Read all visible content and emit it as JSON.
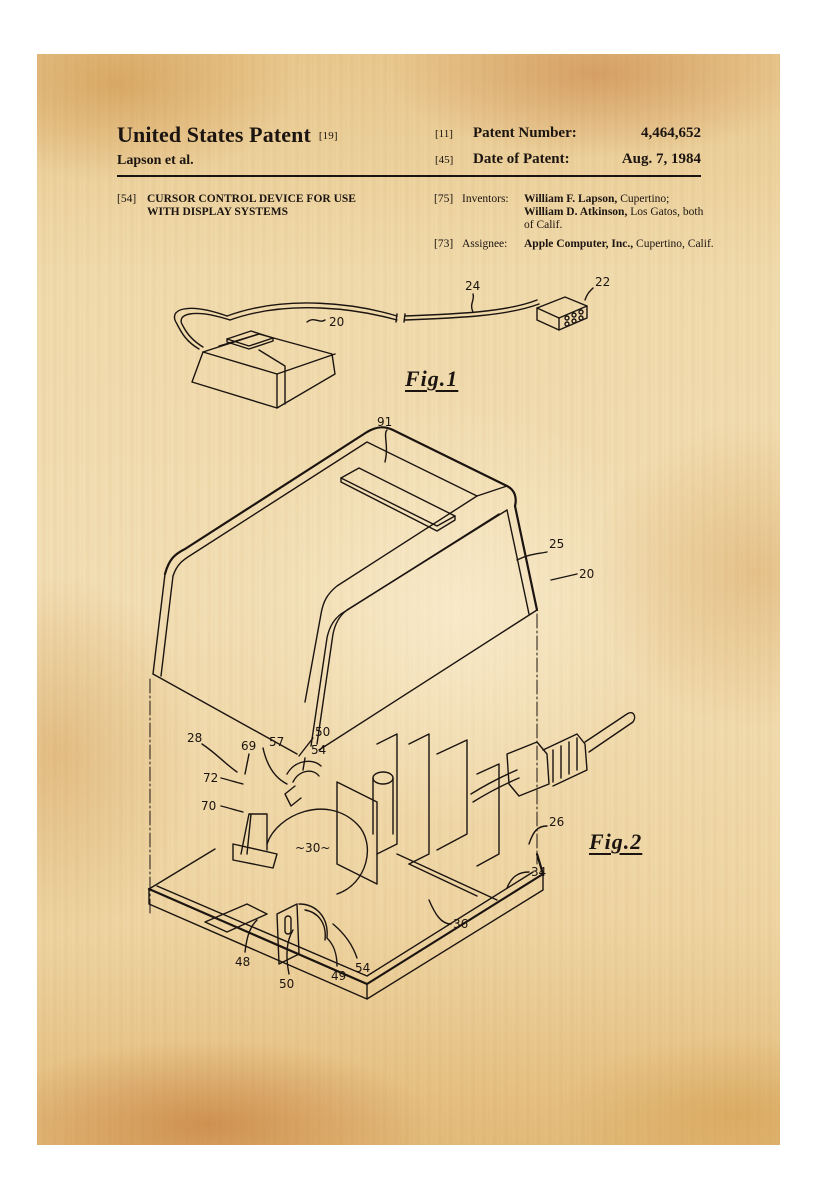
{
  "patent": {
    "country_title": "United States Patent",
    "country_code": "[19]",
    "inventor_short": "Lapson et al.",
    "number_code": "[11]",
    "number_label": "Patent Number:",
    "number_value": "4,464,652",
    "date_code": "[45]",
    "date_label": "Date of Patent:",
    "date_value": "Aug. 7, 1984",
    "title_code": "[54]",
    "title": "CURSOR CONTROL DEVICE FOR USE WITH DISPLAY SYSTEMS",
    "inventors_code": "[75]",
    "inventors_label": "Inventors:",
    "inventor1_name": "William F. Lapson,",
    "inventor1_place": " Cupertino;",
    "inventor2_name": "William D. Atkinson,",
    "inventor2_place": " Los Gatos, both of Calif.",
    "assignee_code": "[73]",
    "assignee_label": "Assignee:",
    "assignee_name": "Apple Computer, Inc.,",
    "assignee_place": " Cupertino, Calif."
  },
  "figures": {
    "fig1_label": "Fig.1",
    "fig2_label": "Fig.2",
    "refs": {
      "r20a": "20",
      "r24": "24",
      "r22": "22",
      "r91": "91",
      "r25": "25",
      "r20b": "20",
      "r28": "28",
      "r69": "69",
      "r57": "57",
      "r50a": "50",
      "r54a": "54",
      "r72": "72",
      "r70": "70",
      "r30": "~30~",
      "r26": "26",
      "r34": "34",
      "r36": "36",
      "r48": "48",
      "r50b": "50",
      "r49": "49",
      "r54b": "54"
    }
  },
  "colors": {
    "paper": "#f1dcae",
    "ink": "#1b1410",
    "stain": "#c48030"
  }
}
